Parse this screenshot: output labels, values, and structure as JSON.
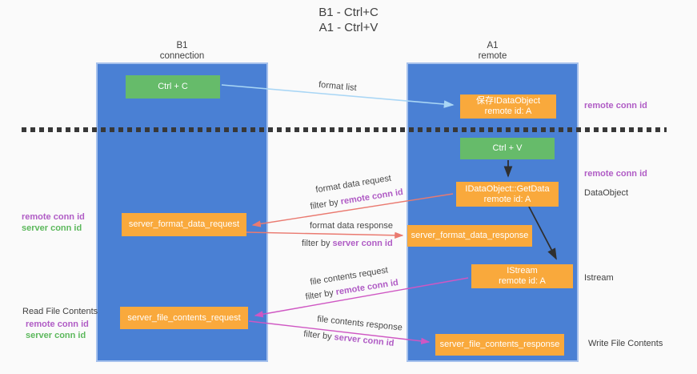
{
  "title": {
    "line1": "B1 - Ctrl+C",
    "line2": "A1 - Ctrl+V"
  },
  "lanes": {
    "left": {
      "name": "B1",
      "role": "connection"
    },
    "right": {
      "name": "A1",
      "role": "remote"
    }
  },
  "nodes": {
    "ctrl_c": {
      "label": "Ctrl + C"
    },
    "ctrl_v": {
      "label": "Ctrl + V"
    },
    "save_dataobject": {
      "line1": "保存IDataObject",
      "line2": "remote id: A"
    },
    "getdata": {
      "line1": "IDataObject::GetData",
      "line2": "remote id: A"
    },
    "istream": {
      "line1": "IStream",
      "line2": "remote id: A"
    },
    "server_format_data_request": {
      "label": "server_format_data_request"
    },
    "server_format_data_response": {
      "label": "server_format_data_response"
    },
    "server_file_contents_request": {
      "label": "server_file_contents_request"
    },
    "server_file_contents_response": {
      "label": "server_file_contents_response"
    }
  },
  "edge_labels": {
    "format_list": "format list",
    "format_data_request": "format data request",
    "format_data_response": "format data response",
    "file_contents_request": "file contents request",
    "file_contents_response": "file contents response",
    "filter_by": "filter by ",
    "remote_conn_id": "remote conn id",
    "server_conn_id": "server conn id"
  },
  "side_labels": {
    "remote_conn_id": "remote conn id",
    "server_conn_id": "server conn id",
    "dataobject": "DataObject",
    "istream": "Istream",
    "read_file_contents": "Read File Contents",
    "write_file_contents": "Write File Contents"
  },
  "colors": {
    "background": "#fafafa",
    "lane_blue": "#4a80d4",
    "box_green": "#66bb6a",
    "box_orange": "#f9a93c",
    "text_purple": "#b05cc5",
    "text_green": "#5cb85c",
    "arrow_light_blue": "#a9d6f5",
    "arrow_red": "#ea7a70",
    "arrow_magenta": "#cf57c3",
    "arrow_black": "#2f2f2f"
  }
}
